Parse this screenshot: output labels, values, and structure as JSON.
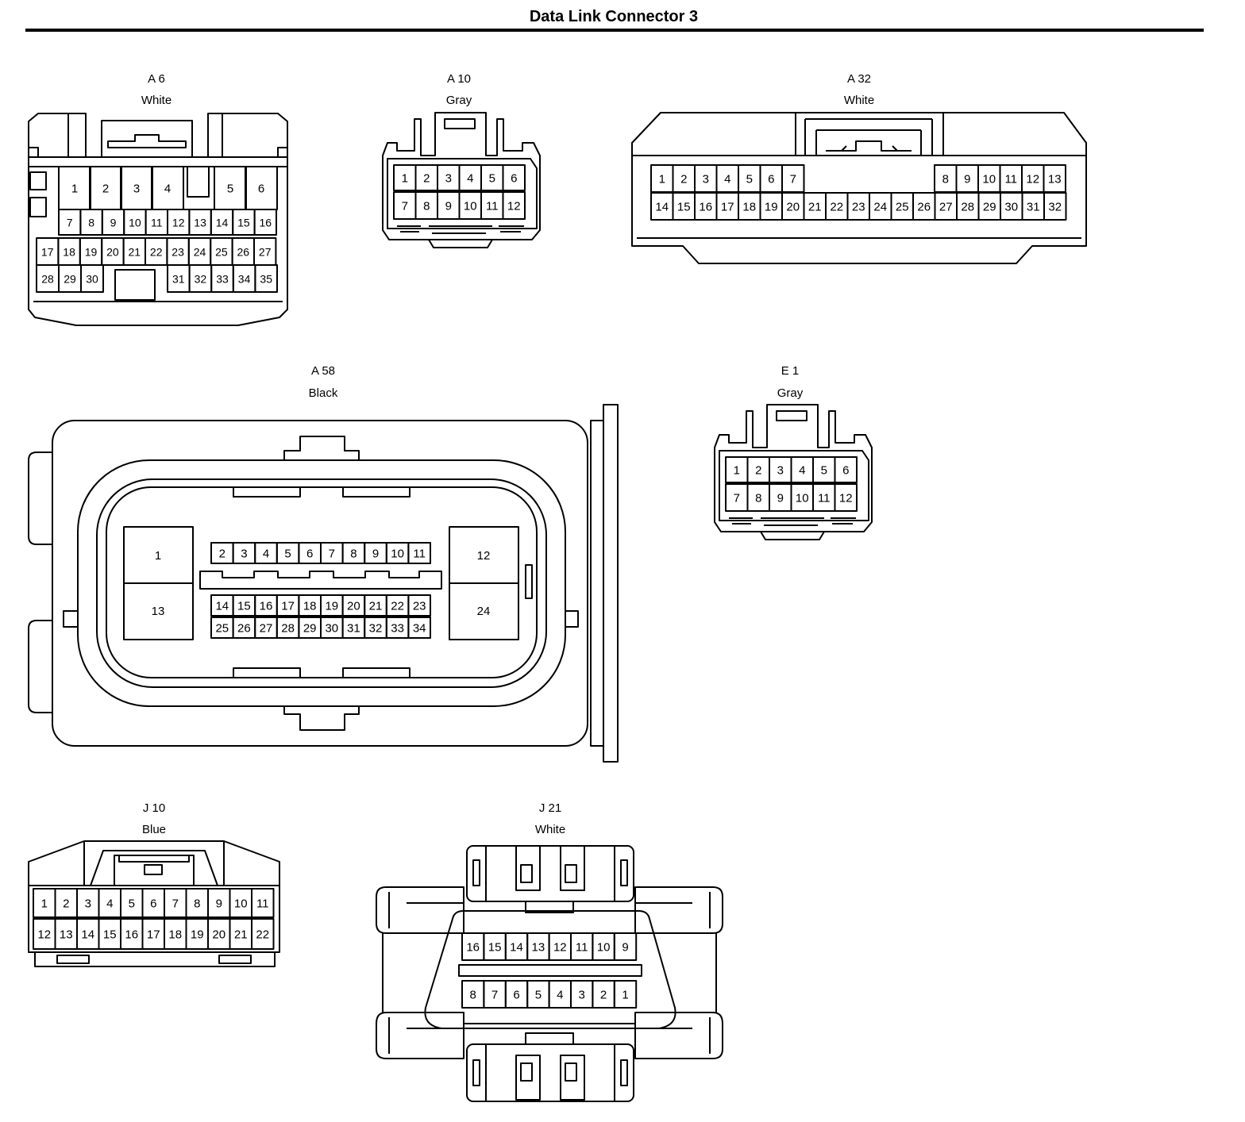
{
  "title": "Data Link Connector 3",
  "connectors": [
    {
      "id": "A 6",
      "color": "White"
    },
    {
      "id": "A 10",
      "color": "Gray"
    },
    {
      "id": "A 32",
      "color": "White"
    },
    {
      "id": "A 58",
      "color": "Black"
    },
    {
      "id": "E 1",
      "color": "Gray"
    },
    {
      "id": "J 10",
      "color": "Blue"
    },
    {
      "id": "J 21",
      "color": "White"
    }
  ]
}
